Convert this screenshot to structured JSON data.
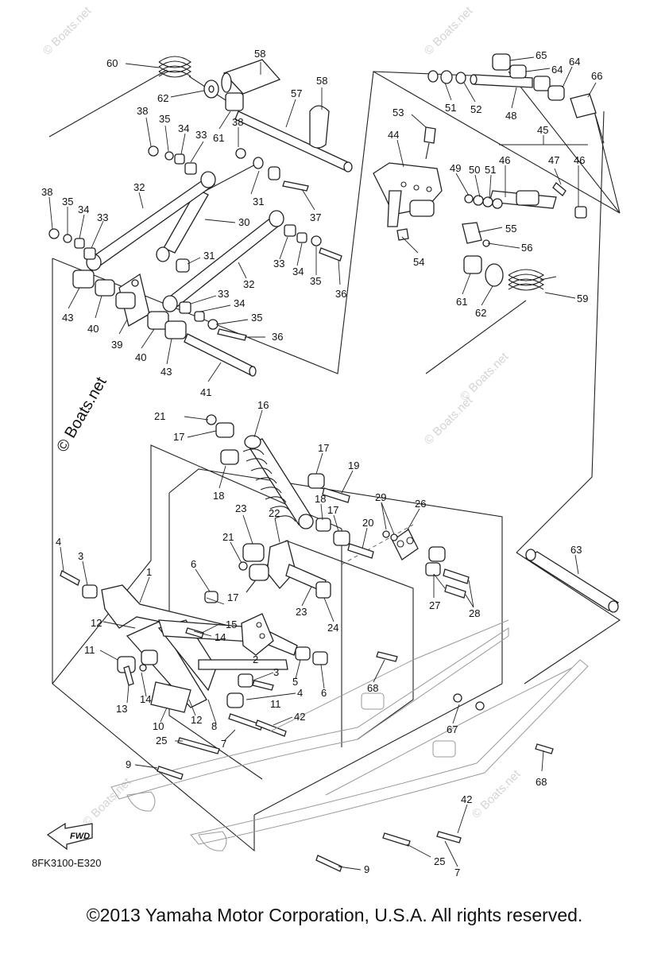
{
  "drawing_code": "8FK3100-E320",
  "copyright": "©2013 Yamaha Motor Corporation, U.S.A. All rights reserved.",
  "watermark_side": "© Boats.net",
  "watermark_small": "© Boats.net",
  "fwd_label": "FWD",
  "callouts": {
    "c1": "1",
    "c2": "2",
    "c3a": "3",
    "c3b": "3",
    "c4a": "4",
    "c4b": "4",
    "c5": "5",
    "c6a": "6",
    "c6b": "6",
    "c7a": "7",
    "c7b": "7",
    "c8": "8",
    "c9a": "9",
    "c9b": "9",
    "c10": "10",
    "c11a": "11",
    "c11b": "11",
    "c12a": "12",
    "c12b": "12",
    "c13": "13",
    "c14a": "14",
    "c14b": "14",
    "c15": "15",
    "c16": "16",
    "c17a": "17",
    "c17b": "17",
    "c17c": "17",
    "c17d": "17",
    "c18a": "18",
    "c18b": "18",
    "c19": "19",
    "c20": "20",
    "c21a": "21",
    "c21b": "21",
    "c22": "22",
    "c23a": "23",
    "c23b": "23",
    "c24": "24",
    "c25a": "25",
    "c25b": "25",
    "c26": "26",
    "c27": "27",
    "c28": "28",
    "c29": "29",
    "c30": "30",
    "c31a": "31",
    "c31b": "31",
    "c32a": "32",
    "c32b": "32",
    "c33a": "33",
    "c33b": "33",
    "c33c": "33",
    "c33d": "33",
    "c34a": "34",
    "c34b": "34",
    "c34c": "34",
    "c34d": "34",
    "c35a": "35",
    "c35b": "35",
    "c35c": "35",
    "c35d": "35",
    "c36a": "36",
    "c36b": "36",
    "c37": "37",
    "c38a": "38",
    "c38b": "38",
    "c38c": "38",
    "c39": "39",
    "c40a": "40",
    "c40b": "40",
    "c41": "41",
    "c42a": "42",
    "c42b": "42",
    "c43a": "43",
    "c43b": "43",
    "c44": "44",
    "c45": "45",
    "c46a": "46",
    "c46b": "46",
    "c47": "47",
    "c48": "48",
    "c49": "49",
    "c50": "50",
    "c51a": "51",
    "c51b": "51",
    "c52": "52",
    "c53": "53",
    "c54": "54",
    "c55": "55",
    "c56": "56",
    "c57": "57",
    "c58a": "58",
    "c58b": "58",
    "c59": "59",
    "c60": "60",
    "c61a": "61",
    "c61b": "61",
    "c62a": "62",
    "c62b": "62",
    "c63": "63",
    "c64a": "64",
    "c64b": "64",
    "c65": "65",
    "c66": "66",
    "c67": "67",
    "c68a": "68",
    "c68b": "68"
  }
}
